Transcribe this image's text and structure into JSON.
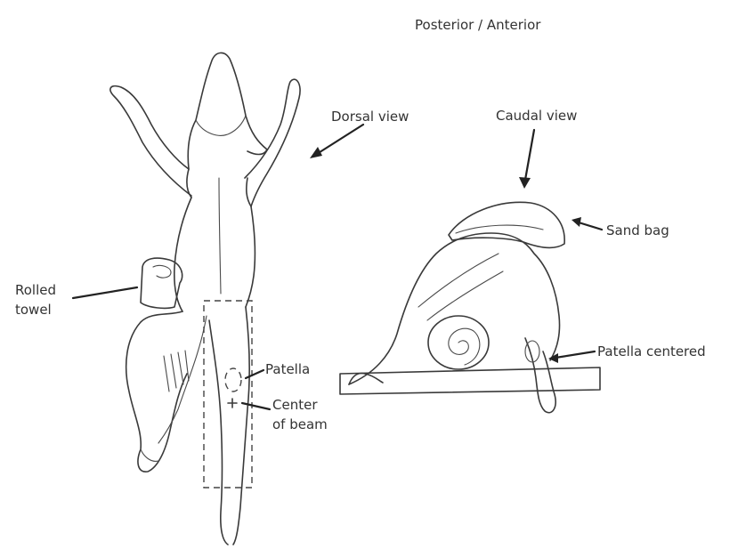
{
  "title": "Posterior / Anterior",
  "labels": {
    "dorsal_view": "Dorsal view",
    "caudal_view": "Caudal view",
    "sand_bag": "Sand bag",
    "rolled_line1": "Rolled",
    "rolled_line2": "towel",
    "patella": "Patella",
    "center_line1": "Center",
    "center_line2": "of beam",
    "patella_centered": "Patella centered"
  }
}
